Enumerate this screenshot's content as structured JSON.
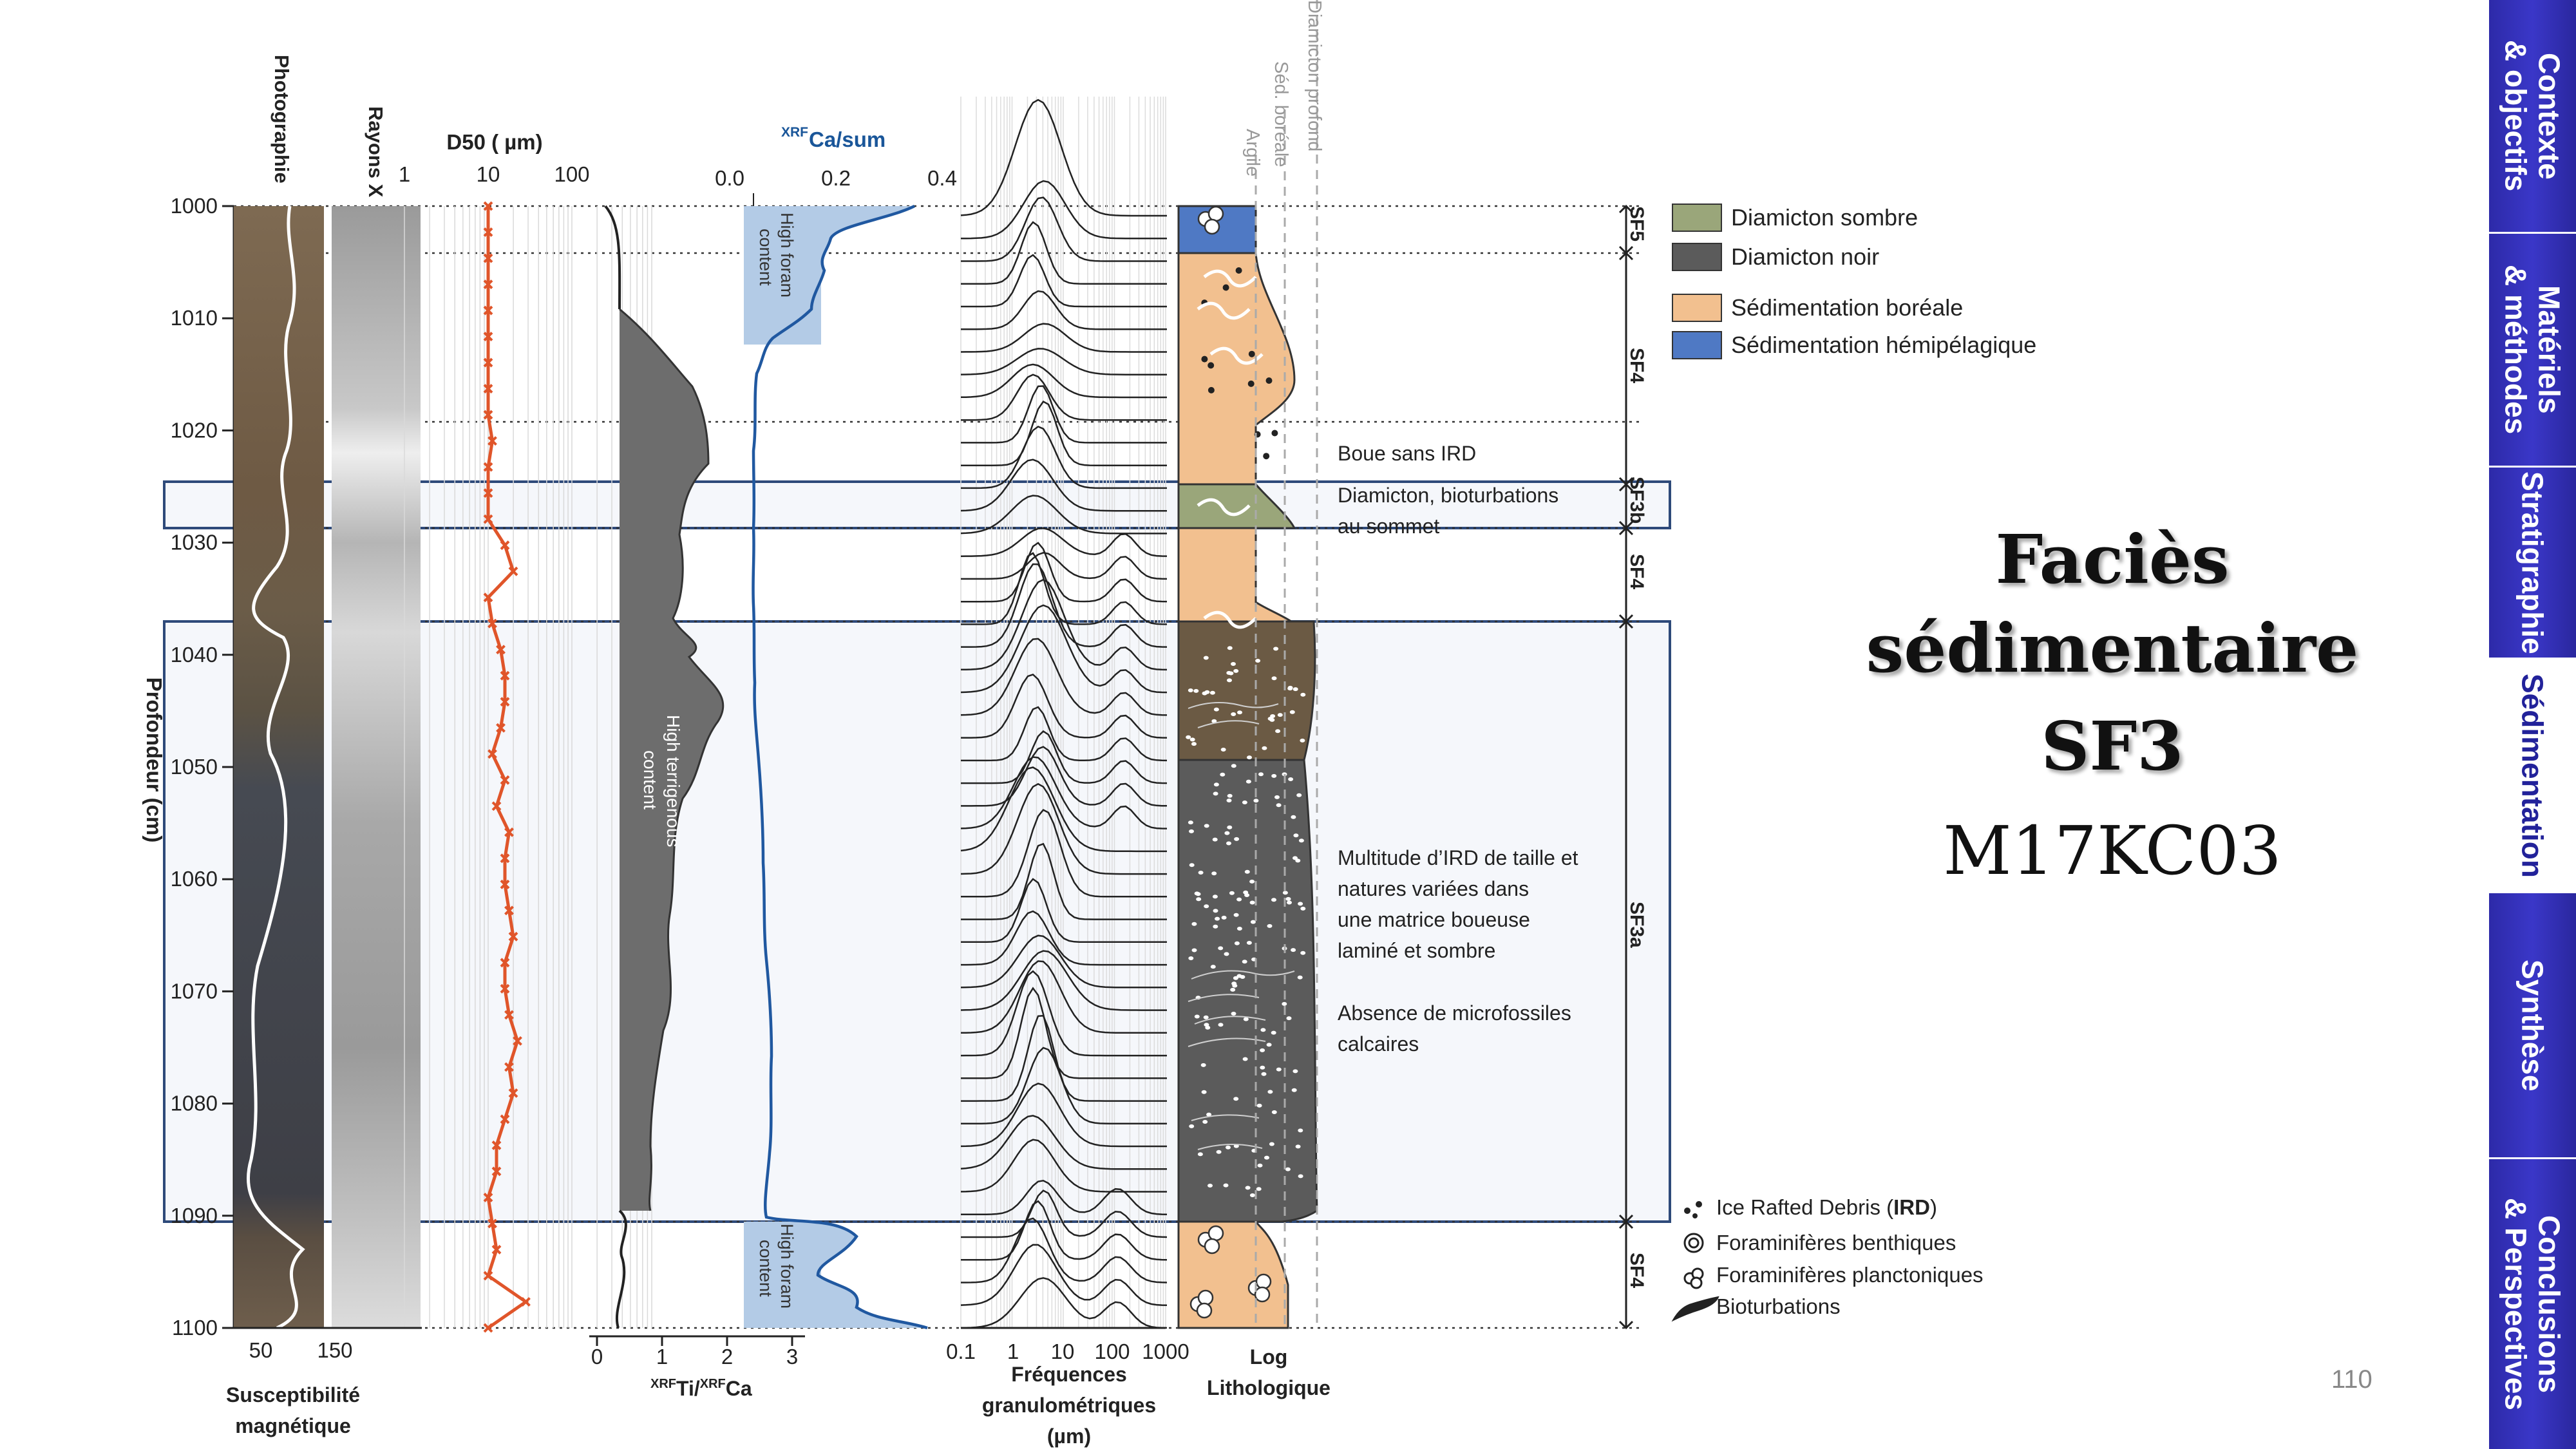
{
  "sidebar": {
    "items": [
      {
        "label": "Contexte\n& objectifs",
        "active": false
      },
      {
        "label": "Matériels\n& méthodes",
        "active": false
      },
      {
        "label": "Stratigraphie",
        "active": false
      },
      {
        "label": "Sédimentation",
        "active": true
      },
      {
        "label": "Synthèse",
        "active": false
      },
      {
        "label": "Conclusions\n& Perspectives",
        "active": false
      }
    ],
    "active_color": "#22229a",
    "tab_color": "#2d2aa8"
  },
  "title": {
    "line1": "Faciès",
    "line2": "sédimentaire",
    "line3": "SF3",
    "core": "M17KC03"
  },
  "page_number": "110",
  "diagram": {
    "depth_axis": {
      "label": "Profondeur (cm)",
      "ticks": [
        "1000",
        "1010",
        "1020",
        "1030",
        "1040",
        "1050",
        "1060",
        "1070",
        "1080",
        "1090",
        "1100"
      ]
    },
    "columns": {
      "photo": "Photographie",
      "xray": "Rayons X",
      "d50": "D50 ( µm)",
      "d50_ticks": [
        "1",
        "10",
        "100"
      ],
      "ca_sup": "XRF",
      "ca_main": "Ca/sum",
      "ca_ticks": [
        "0.0",
        "0.2",
        "0.4"
      ],
      "sus_ticks": [
        "50",
        "150"
      ],
      "sus_label_1": "Susceptibilité",
      "sus_label_2": "magnétique",
      "ti_ticks": [
        "0",
        "1",
        "2",
        "3"
      ],
      "ti_sup1": "XRF",
      "ti_main1": "Ti/",
      "ti_sup2": "XRF",
      "ti_main2": "Ca",
      "freq_ticks": [
        "0.1",
        "1",
        "10",
        "100",
        "1000"
      ],
      "freq_label_1": "Fréquences",
      "freq_label_2": "granulométriques",
      "freq_label_3": "(µm)",
      "log_label_1": "Log",
      "log_label_2": "Lithologique"
    },
    "annotations": {
      "high_foram_1": "High foram",
      "high_foram_2": "content",
      "high_terr_1": "High terrigenous",
      "high_terr_2": "content"
    },
    "log_scale_labels": [
      "Argile",
      "Séd. boréale",
      "Diamicton profond"
    ],
    "legend": [
      {
        "label": "Diamicton sombre",
        "color": "#9aa67a"
      },
      {
        "label": "Diamicton noir",
        "color": "#5b5b5b"
      },
      {
        "label": "Sédimentation boréale",
        "color": "#f2c08f"
      },
      {
        "label": "Sédimentation hémipélagique",
        "color": "#4f79c4"
      }
    ],
    "legend_symbols": [
      {
        "pre": "Ice Rafted Debris (",
        "bold": "IRD",
        "post": ")"
      },
      {
        "pre": "Foraminifères benthiques",
        "bold": "",
        "post": ""
      },
      {
        "pre": "Foraminifères planctoniques",
        "bold": "",
        "post": ""
      },
      {
        "pre": "Bioturbations",
        "bold": "",
        "post": ""
      }
    ],
    "units": [
      "SF5",
      "SF4",
      "SF3b",
      "SF4",
      "SF3a",
      "SF4"
    ],
    "descriptions": {
      "boue": "Boue sans IRD",
      "diam_1": "Diamicton, bioturbations",
      "diam_2": "au sommet",
      "sf3a_1": "Multitude d’IRD de taille et",
      "sf3a_2": "natures variées dans",
      "sf3a_3": "une matrice boueuse",
      "sf3a_4": "laminé et sombre",
      "sf3a_5": "Absence de microfossiles",
      "sf3a_6": "calcaires"
    }
  }
}
